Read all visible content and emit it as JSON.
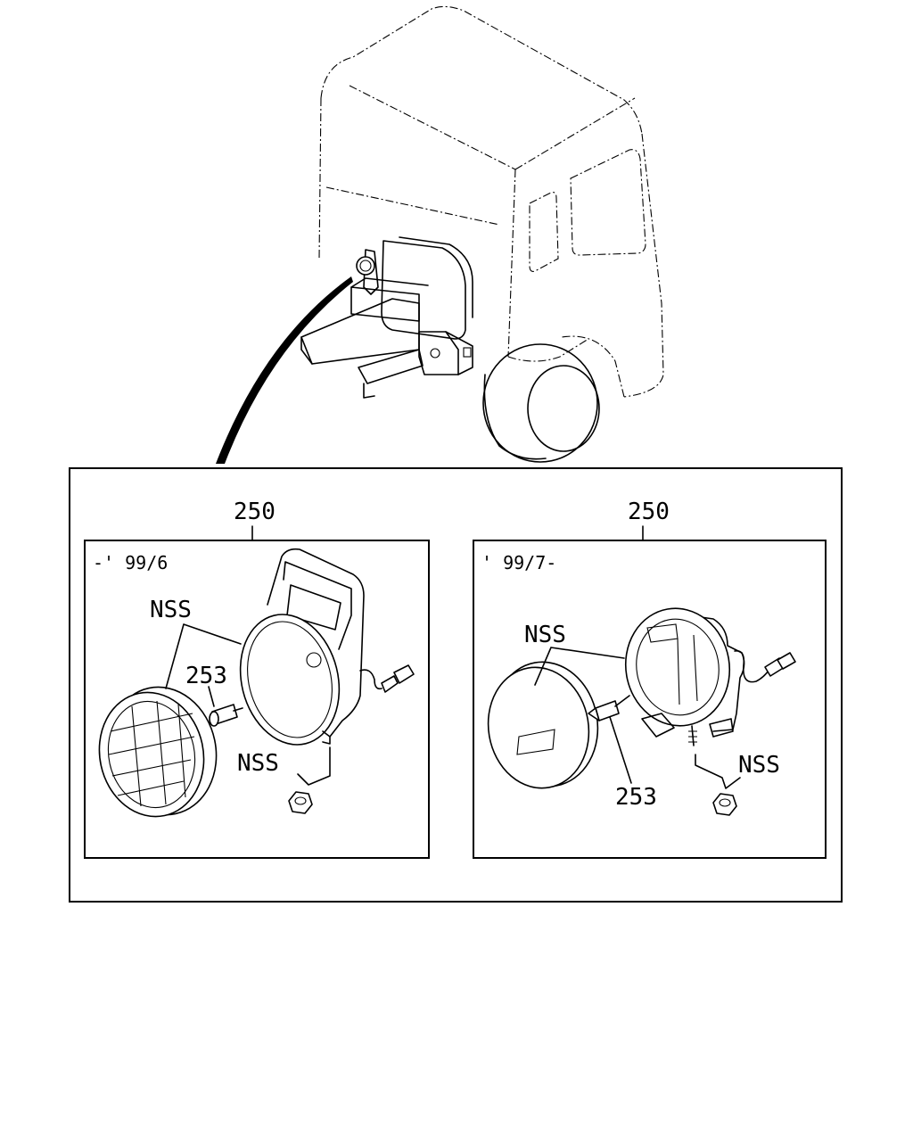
{
  "diagram": {
    "left_panel": {
      "part_number": "250",
      "date_range": "-' 99/6",
      "labels": {
        "nss_top": "NSS",
        "part_253": "253",
        "nss_nut": "NSS"
      }
    },
    "right_panel": {
      "part_number": "250",
      "date_range": "' 99/7-",
      "labels": {
        "nss_top": "NSS",
        "part_253": "253",
        "nss_nut": "NSS"
      }
    }
  }
}
